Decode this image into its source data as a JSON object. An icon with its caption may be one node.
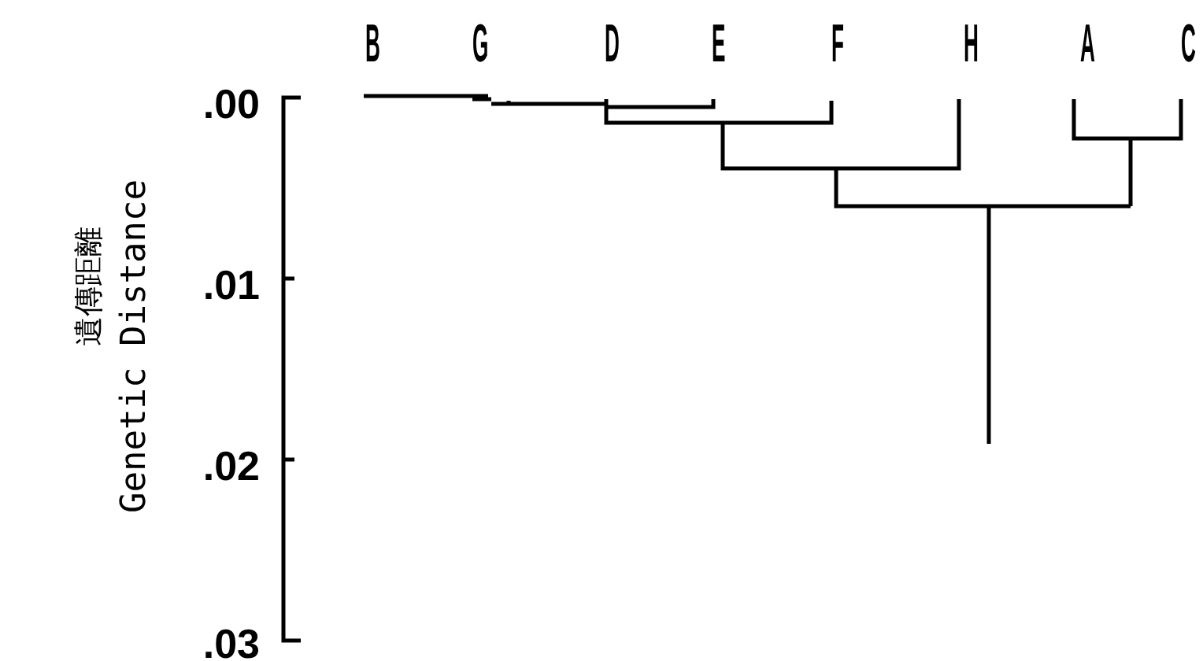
{
  "diagram": {
    "labels": [
      "B",
      "G",
      "D",
      "E",
      "F",
      "H",
      "A",
      "C",
      ".00",
      ".01",
      ".02",
      ".03",
      "遺傳距離",
      "Genetic Distance"
    ]
  }
}
